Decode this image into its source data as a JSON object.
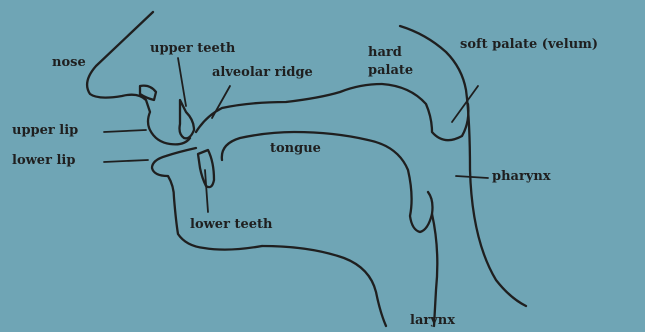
{
  "colors": {
    "background": "#6fa5b5",
    "ink": "#1f1f1f"
  },
  "labels": {
    "nose": "nose",
    "upper_teeth": "upper teeth",
    "alveolar_ridge": "alveolar ridge",
    "hard_palate_line1": "hard",
    "hard_palate_line2": "palate",
    "soft_palate": "soft palate (velum)",
    "upper_lip": "upper lip",
    "lower_lip": "lower lip",
    "tongue": "tongue",
    "pharynx": "pharynx",
    "lower_teeth": "lower teeth",
    "larynx": "larynx"
  }
}
